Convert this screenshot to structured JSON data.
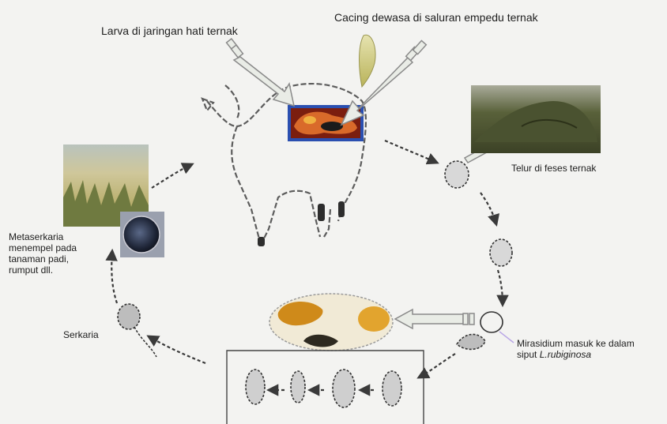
{
  "labels": {
    "larva_liver": "Larva di jaringan hati ternak",
    "adult_bile": "Cacing dewasa di saluran empedu ternak",
    "eggs_feces": "Telur di feses ternak",
    "metacercaria": [
      "Metaserkaria",
      "menempel pada",
      "tanaman padi,",
      "rumput dll."
    ],
    "cercaria": "Serkaria",
    "miracidium_line1": "Mirasidium masuk ke dalam",
    "miracidium_line2_prefix": "siput ",
    "miracidium_snail_name": "L.rubiginosa"
  },
  "colors": {
    "background": "#f3f3f1",
    "arrow_fill": "#e9ece6",
    "arrow_stroke": "#8a8a8a",
    "cycle_arrow": "#3a3a3a",
    "liver": "#c0431e",
    "pointer_line": "#b9a7e6"
  },
  "icons": {
    "host": "cow-outline",
    "grass": "rice-field-photo",
    "feces": "feces-pile-photo",
    "egg": "egg-stage",
    "snail": "snail-stage",
    "flukes": "adult-fluke-photo",
    "sporocyst": "intermediate-stages"
  }
}
